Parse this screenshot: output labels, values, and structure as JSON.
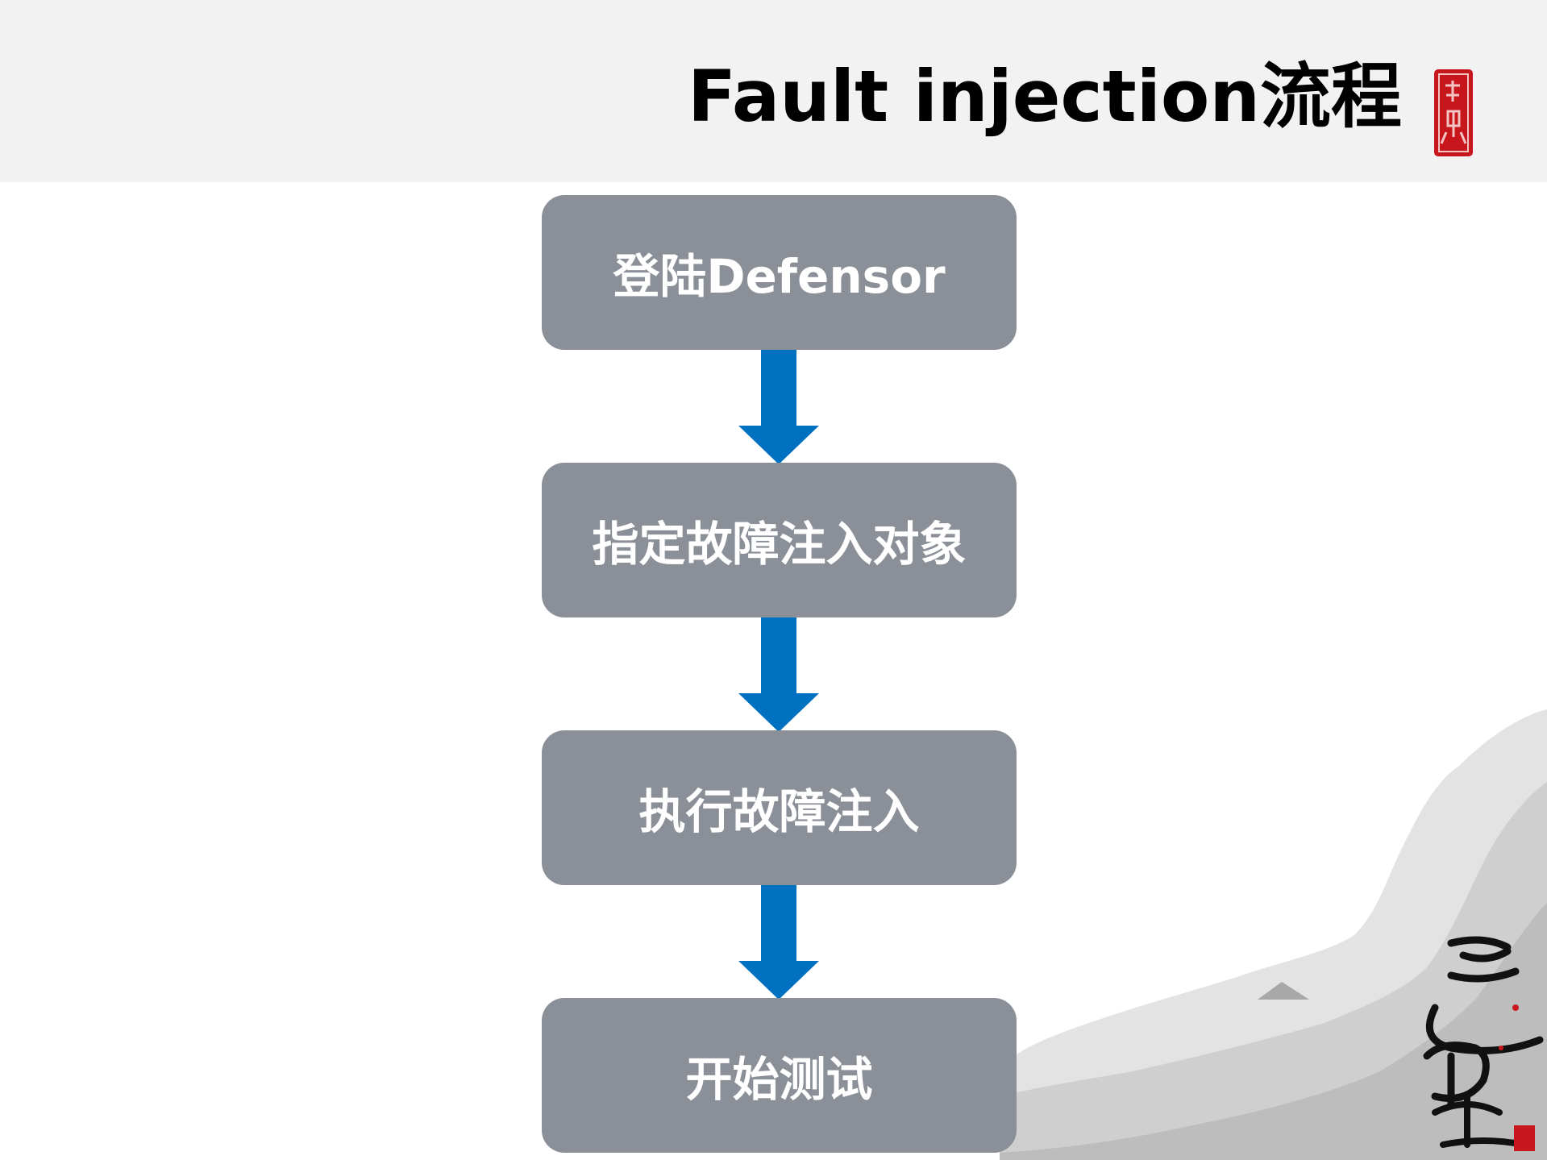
{
  "title": "Fault injection流程",
  "colors": {
    "header_bg": "#f2f2f2",
    "box_bg": "#8b9098",
    "box_text": "#ffffff",
    "arrow": "#0070c0",
    "seal_red": "#c8161d"
  },
  "flow": {
    "steps": [
      {
        "label": "登陆Defensor"
      },
      {
        "label": "指定故障注入对象"
      },
      {
        "label": "执行故障注入"
      },
      {
        "label": "开始测试"
      }
    ]
  },
  "decor": {
    "seal_text": "神寶",
    "calligraphy_text": "追風字"
  }
}
